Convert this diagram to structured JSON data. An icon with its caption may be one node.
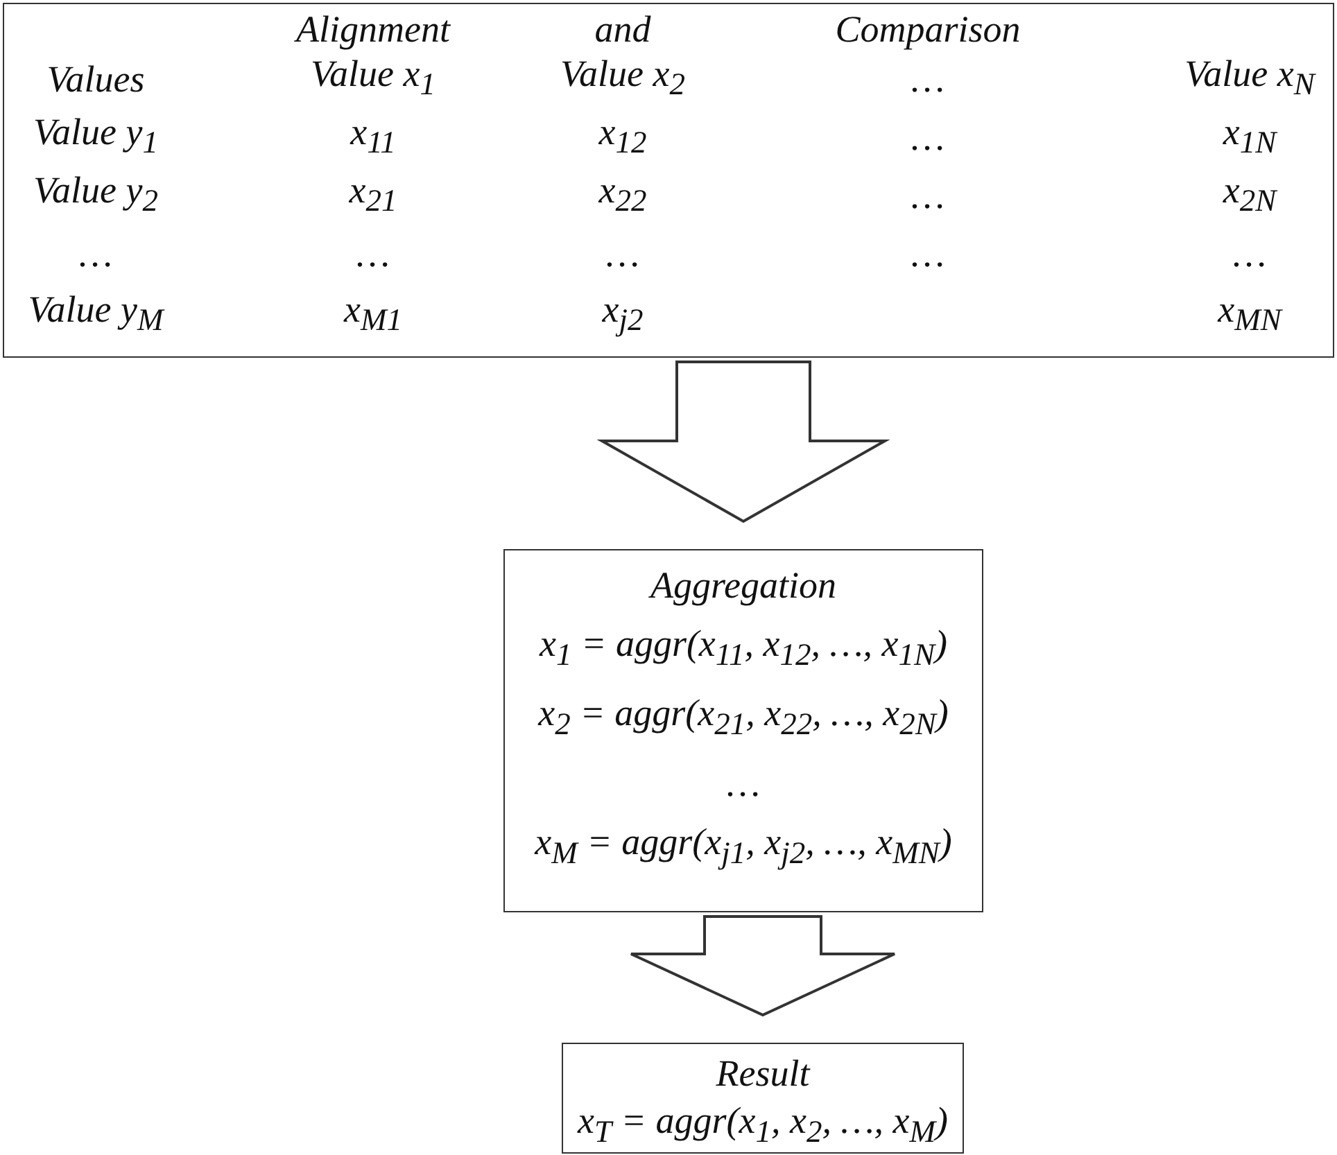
{
  "diagram": {
    "nodes": [
      {
        "text": [],
        "shape": "box"
      },
      {
        "text": [
          "Aggregation",
          "x$_{1}$ = aggr(x$_{11}$, x$_{12}$, …, x$_{1N}$)",
          "x$_{2}$ = aggr(x$_{21}$, x$_{22}$, …, x$_{2N}$)",
          "…",
          "x$_{M}$ = aggr(x$_{j1}$, x$_{j2}$, …, x$_{MN}$)"
        ]
      },
      {
        "text": [
          "Result",
          "x$_{T}$ = aggr(x$_{1}$, x$_{2}$, …, x$_{M}$)"
        ]
      }
    ],
    "edges": [
      {
        "from": 0,
        "to": 1,
        "arrow": "to"
      },
      {
        "from": 1,
        "to": 2,
        "arrow": "to"
      }
    ],
    "labels": [
      "Alignment",
      "and",
      "Comparison",
      "Values",
      "Value x$_{1}$",
      "Value x$_{2}$",
      "…",
      "Value x$_{N}$",
      "Value y$_{1}$",
      "x$_{11}$",
      "x$_{12}$",
      "…",
      "x$_{1N}$",
      "Value y$_{2}$",
      "x$_{21}$",
      "x$_{22}$",
      "…",
      "x$_{2N}$",
      "…",
      "…",
      "…",
      "…",
      "…",
      "Value y$_{M}$",
      "x$_{M1}$",
      "x$_{j2}$",
      "x$_{MN}$"
    ]
  }
}
